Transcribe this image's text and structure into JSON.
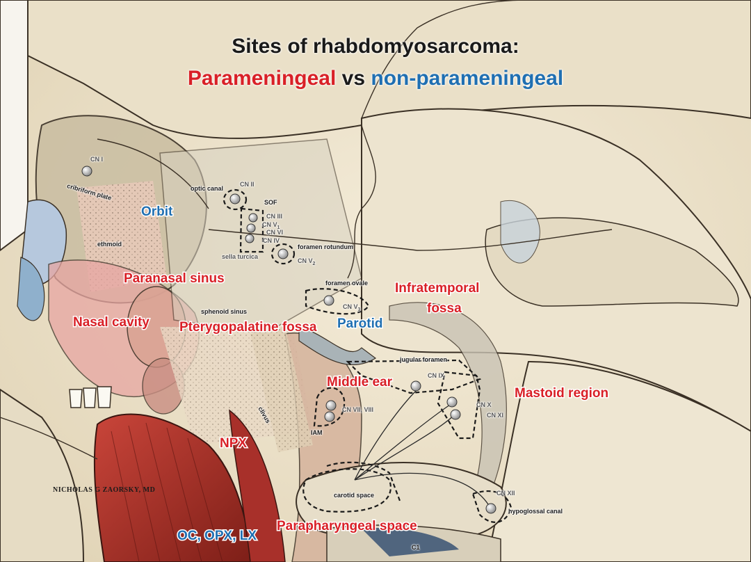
{
  "title": {
    "line1": "Sites of rhabdomyosarcoma:",
    "line2_parameningeal": "Parameningeal",
    "line2_vs": "vs",
    "line2_non_parameningeal": "non-parameningeal"
  },
  "regions": {
    "orbit": "Orbit",
    "paranasal_sinus": "Paranasal sinus",
    "nasal_cavity": "Nasal cavity",
    "pterygopalatine_fossa": "Pterygopalatine fossa",
    "parotid": "Parotid",
    "infratemporal_fossa_1": "Infratemporal",
    "infratemporal_fossa_2": "fossa",
    "middle_ear": "Middle ear",
    "mastoid_region": "Mastoid region",
    "npx": "NPX",
    "parapharyngeal_space": "Parapharyngeal space",
    "oc_opx_lx": "OC, OPX, LX"
  },
  "anatomy": {
    "cn_i": "CN I",
    "cribriform_plate": "cribriform plate",
    "optic_canal": "optic canal",
    "cn_ii": "CN II",
    "sof": "SOF",
    "cn_iii": "CN III",
    "cn_v1": "CN V",
    "cn_v1_sub": "1",
    "cn_vi": "CN VI",
    "cn_iv": "CN IV",
    "foramen_rotundum": "foramen rotundum",
    "cn_v2": "CN V",
    "cn_v2_sub": "2",
    "sella_turcica": "sella turcica",
    "ethmoid": "ethmoid",
    "foramen_ovale": "foramen ovale",
    "cn_v3": "CN V",
    "cn_v3_sub": "3",
    "sphenoid_sinus": "sphenoid sinus",
    "jugular_foramen": "jugular foramen",
    "cn_ix": "CN IX",
    "cn_vii_viii": "CN VII, VIII",
    "cn_x": "CN X",
    "cn_xi": "CN XI",
    "iam": "IAM",
    "clivus": "clivus",
    "carotid_space": "carotid space",
    "cn_xii": "CN XII",
    "hypoglossal_canal": "hypoglossal canal",
    "c1": "C1"
  },
  "credit": "NICHOLAS G ZAORSKY, MD",
  "colors": {
    "parameningeal": "#d92027",
    "non_parameningeal": "#1f6fb2",
    "bone": "#efe6d0",
    "muscle": "#b3362c",
    "outline": "#2a2a2a"
  }
}
